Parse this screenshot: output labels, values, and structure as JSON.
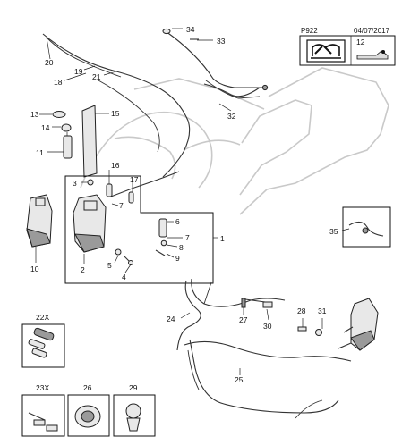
{
  "header": {
    "page_code": "P922",
    "date": "04/07/2017",
    "icon_box_number": "12"
  },
  "icons": {
    "manual_icon": "repair-manual-icon",
    "kit_icon": "washer-kit-icon"
  },
  "callouts": {
    "c1": "1",
    "c2": "2",
    "c3": "3",
    "c4": "4",
    "c5": "5",
    "c6": "6",
    "c7a": "7",
    "c7b": "7",
    "c8": "8",
    "c9": "9",
    "c10": "10",
    "c11": "11",
    "c13": "13",
    "c14": "14",
    "c15": "15",
    "c16": "16",
    "c17": "17",
    "c18": "18",
    "c19": "19",
    "c20": "20",
    "c21": "21",
    "c22x": "22X",
    "c23x": "23X",
    "c24": "24",
    "c25": "25",
    "c26": "26",
    "c27": "27",
    "c28": "28",
    "c29": "29",
    "c30": "30",
    "c31": "31",
    "c32": "32",
    "c33": "33",
    "c34": "34",
    "c35": "35"
  },
  "colors": {
    "line": "#222222",
    "ghost": "#c9c9c9",
    "part_fill": "#e8e8e8",
    "part_dark": "#9a9a9a"
  }
}
